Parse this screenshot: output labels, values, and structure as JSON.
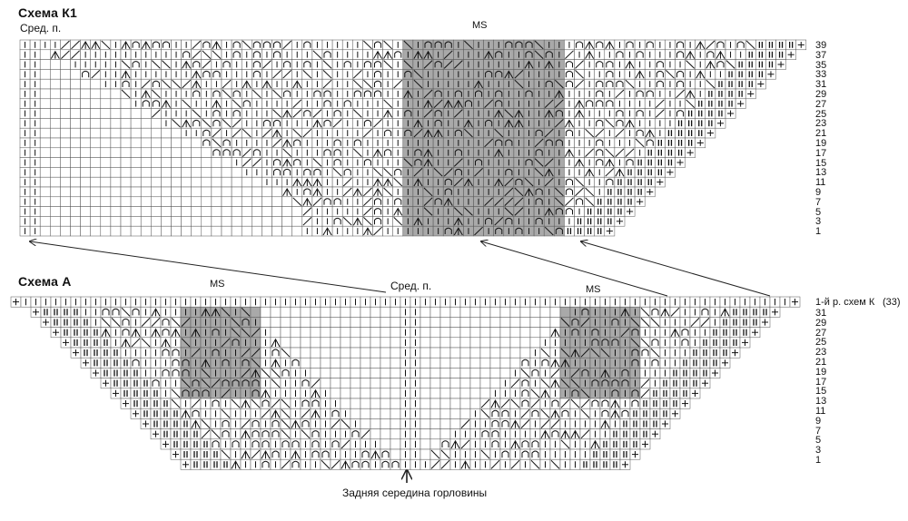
{
  "chart_k1": {
    "title": "Схема К1",
    "center_label": "Сред. п.",
    "ms_label": "MS",
    "rows": [
      "39",
      "37",
      "35",
      "33",
      "31",
      "29",
      "27",
      "25",
      "23",
      "21",
      "19",
      "17",
      "15",
      "13",
      "11",
      "9",
      "7",
      "5",
      "3",
      "1"
    ]
  },
  "chart_a": {
    "title": "Схема А",
    "center_label": "Сред. п.",
    "ms_label_left": "MS",
    "ms_label_right": "MS",
    "top_row_label": "1-й р. схем К",
    "top_row_count": "(33)",
    "rows": [
      "31",
      "29",
      "27",
      "25",
      "23",
      "21",
      "19",
      "17",
      "15",
      "13",
      "11",
      "9",
      "7",
      "5",
      "3",
      "1"
    ],
    "bottom_label": "Задняя середина горловины"
  },
  "colors": {
    "grid_line": "#555555",
    "ms_fill": "#a9a9a9",
    "symbol": "#111111"
  },
  "symbols": [
    "|",
    "∩",
    "/",
    "\\",
    "▲",
    "+",
    "||"
  ]
}
